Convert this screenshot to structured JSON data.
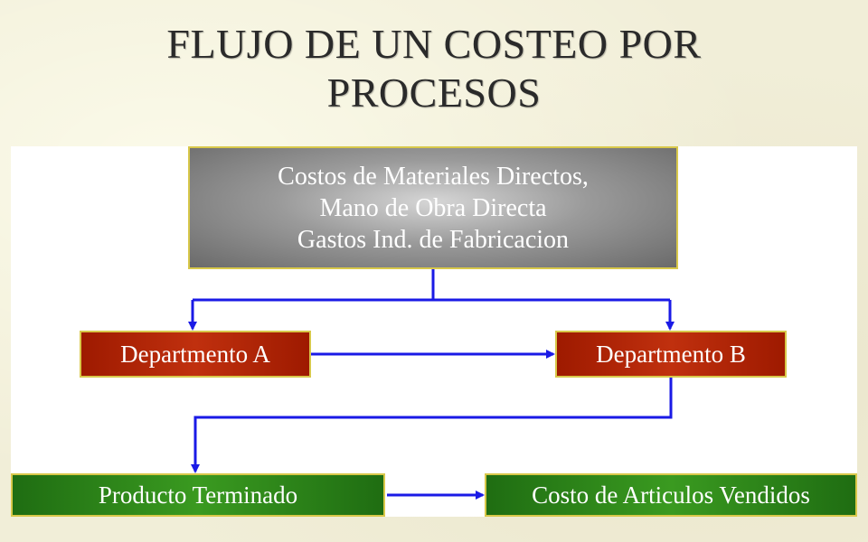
{
  "title": {
    "line1": "FLUJO DE UN COSTEO POR",
    "line2": "PROCESOS"
  },
  "diagram": {
    "top_box": {
      "line1": "Costos de Materiales Directos,",
      "line2": "Mano de Obra Directa",
      "line3": "Gastos Ind. de Fabricacion"
    },
    "dept_a": "Departmento A",
    "dept_b": "Departmento B",
    "producto_terminado": "Producto Terminado",
    "costo_articulos": "Costo de Articulos Vendidos"
  },
  "colors": {
    "arrow": "#1a1ae6",
    "box_border": "#d8c84a",
    "red_box": "#b8280a",
    "green_box": "#2e8a1a",
    "gray_box": "#8c8c8c"
  }
}
